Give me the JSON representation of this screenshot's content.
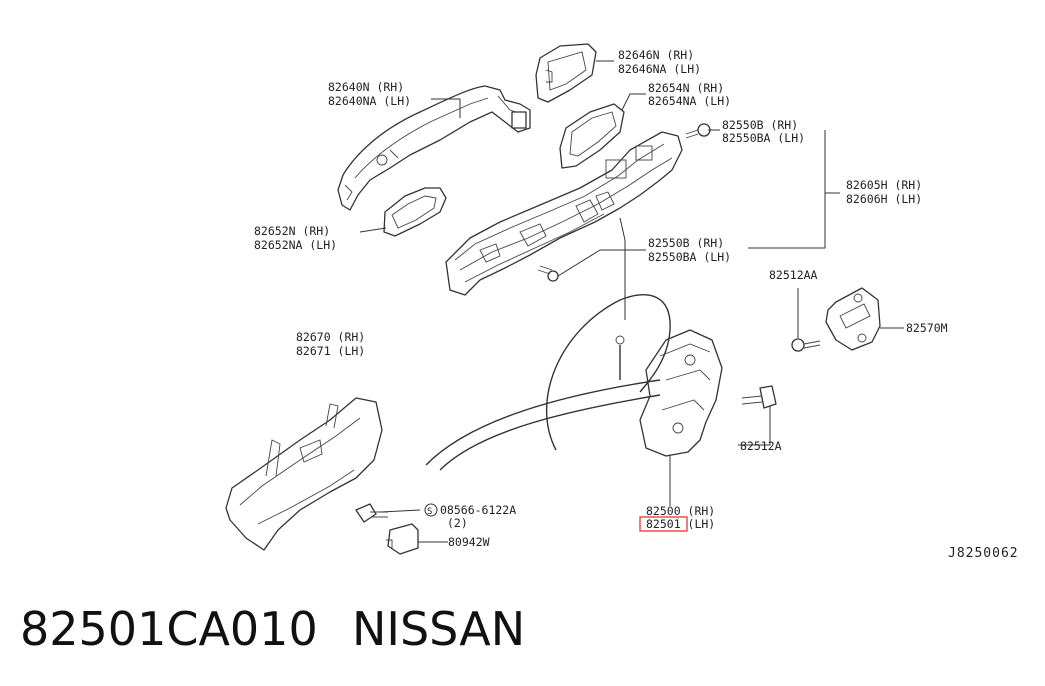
{
  "diagram": {
    "labels": [
      {
        "id": "handle",
        "lines": [
          "82640N  (RH)",
          "82640NA (LH)"
        ]
      },
      {
        "id": "escutcheon",
        "lines": [
          "82646N  (RH)",
          "82646NA (LH)"
        ]
      },
      {
        "id": "gasket",
        "lines": [
          "82654N  (RH)",
          "82654NA (LH)"
        ]
      },
      {
        "id": "screw-top",
        "lines": [
          "82550B  (RH)",
          "82550BA (LH)"
        ]
      },
      {
        "id": "bracket-group",
        "lines": [
          "82605H (RH)",
          "82606H (LH)"
        ]
      },
      {
        "id": "screw-mid",
        "lines": [
          "82550B  (RH)",
          "82550BA (LH)"
        ]
      },
      {
        "id": "gasket-small",
        "lines": [
          "82652N  (RH)",
          "82652NA (LH)"
        ]
      },
      {
        "id": "striker-screw-top",
        "lines": [
          "82512AA"
        ]
      },
      {
        "id": "striker",
        "lines": [
          "82570M"
        ]
      },
      {
        "id": "inside-handle",
        "lines": [
          "82670 (RH)",
          "82671 (LH)"
        ]
      },
      {
        "id": "striker-screw",
        "lines": [
          "82512A"
        ]
      },
      {
        "id": "bolt",
        "lines": [
          "08566-6122A",
          "(2)"
        ]
      },
      {
        "id": "clip",
        "lines": [
          "80942W"
        ]
      },
      {
        "id": "lock",
        "lines": [
          "82500 (RH)",
          "82501 (LH)"
        ]
      }
    ],
    "highlight_color": "#e8323a",
    "diagram_code": "J8250062"
  },
  "footer": {
    "part_number": "82501CA010",
    "brand": "NISSAN"
  }
}
